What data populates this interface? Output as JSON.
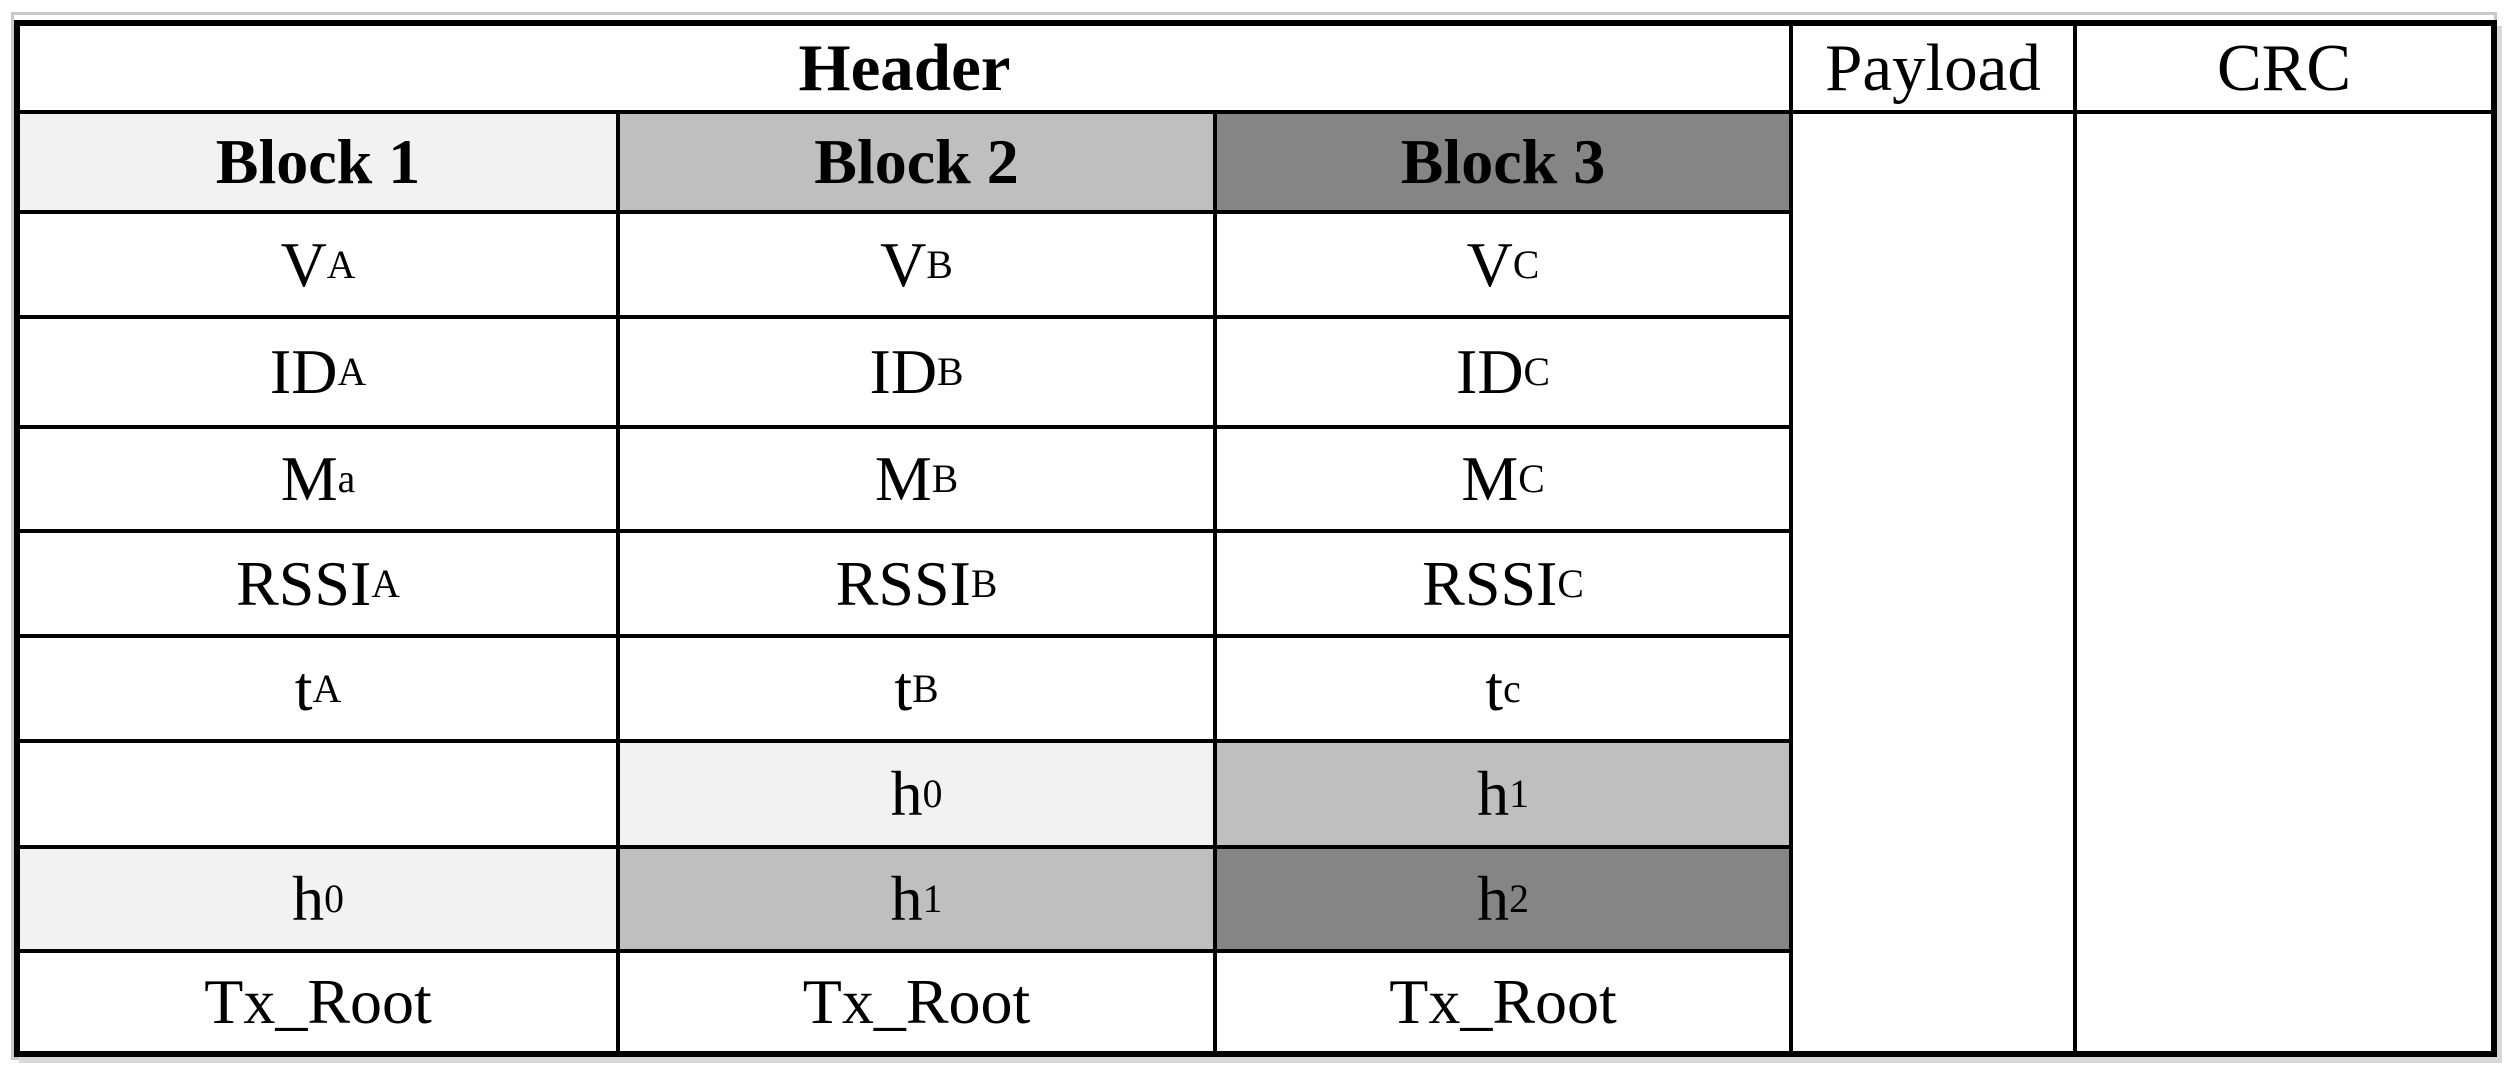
{
  "packet_table": {
    "top_headers": [
      {
        "label": "Header",
        "bold": true
      },
      {
        "label": "Payload",
        "bold": false
      },
      {
        "label": "CRC",
        "bold": false
      }
    ],
    "block_headers": [
      {
        "label": "Block 1",
        "shade": "light"
      },
      {
        "label": "Block 2",
        "shade": "medium"
      },
      {
        "label": "Block 3",
        "shade": "dark"
      }
    ],
    "field_rows": [
      [
        {
          "base": "V",
          "sub": "A"
        },
        {
          "base": "V",
          "sub": "B"
        },
        {
          "base": "V",
          "sub": "C"
        }
      ],
      [
        {
          "base": "ID",
          "sub": "A"
        },
        {
          "base": "ID",
          "sub": "B"
        },
        {
          "base": "ID",
          "sub": "C"
        }
      ],
      [
        {
          "base": "M",
          "sub": "a"
        },
        {
          "base": "M",
          "sub": "B"
        },
        {
          "base": "M",
          "sub": "C"
        }
      ],
      [
        {
          "base": "RSSI",
          "sub": "A"
        },
        {
          "base": "RSSI",
          "sub": "B"
        },
        {
          "base": "RSSI",
          "sub": "C"
        }
      ],
      [
        {
          "base": "t",
          "sub": "A"
        },
        {
          "base": "t",
          "sub": "B"
        },
        {
          "base": "t",
          "sub": "c"
        }
      ],
      [
        null,
        {
          "base": "h",
          "sub": "0",
          "shade": "light"
        },
        {
          "base": "h",
          "sub": "1",
          "shade": "medium"
        }
      ],
      [
        {
          "base": "h",
          "sub": "0",
          "shade": "light"
        },
        {
          "base": "h",
          "sub": "1",
          "shade": "medium"
        },
        {
          "base": "h",
          "sub": "2",
          "shade": "dark"
        }
      ],
      [
        {
          "base": "Tx_Root"
        },
        {
          "base": "Tx_Root"
        },
        {
          "base": "Tx_Root"
        }
      ]
    ],
    "shade_colors": {
      "light": "#f2f2f2",
      "medium": "#bfbfbf",
      "dark": "#858585",
      "none": "#ffffff"
    },
    "border_color": "#000000"
  }
}
